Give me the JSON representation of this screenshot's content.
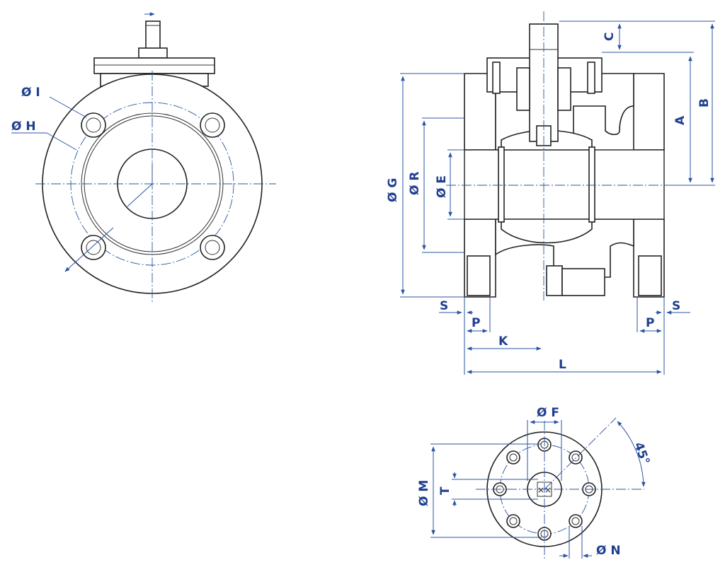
{
  "colors": {
    "dimension": "#2a55a3",
    "label": "#1f3f8f",
    "outline": "#222222"
  },
  "views": {
    "end_view": {
      "labels": {
        "dia_i": "Ø I",
        "dia_h": "Ø H"
      }
    },
    "section_view": {
      "labels": {
        "c": "C",
        "b": "B",
        "a": "A",
        "dia_g": "Ø G",
        "dia_r": "Ø R",
        "dia_e": "Ø E",
        "s_left": "S",
        "s_right": "S",
        "p_left": "P",
        "p_right": "P",
        "k": "K",
        "l": "L"
      }
    },
    "top_flange_view": {
      "labels": {
        "dia_f": "Ø F",
        "angle": "45°",
        "dia_m": "Ø M",
        "t": "T",
        "dia_n": "Ø N",
        "stem_mark": "××"
      }
    }
  }
}
